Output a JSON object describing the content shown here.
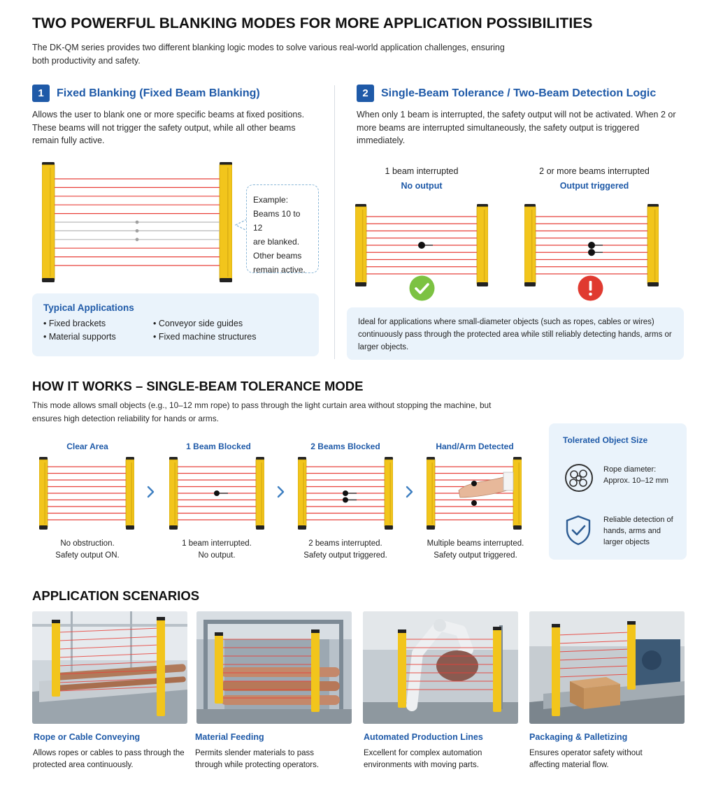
{
  "header": {
    "title": "TWO POWERFUL BLANKING MODES FOR MORE APPLICATION POSSIBILITIES",
    "lead": "The DK-QM series provides two different blanking logic modes to solve various real-world application challenges, ensuring both productivity and safety."
  },
  "mode1": {
    "number": "1",
    "title": "Fixed Blanking (Fixed Beam Blanking)",
    "description": "Allows the user to blank one or more specific beams at fixed positions. These beams will not trigger the safety output, while all other beams remain fully active.",
    "callout": [
      "Example:",
      "Beams 10 to 12",
      "are blanked.",
      "Other beams",
      "remain active."
    ],
    "apps_title": "Typical Applications",
    "apps": [
      "Fixed brackets",
      "Conveyor side guides",
      "Material supports",
      "Fixed machine structures"
    ]
  },
  "mode2": {
    "number": "2",
    "title": "Single-Beam Tolerance / Two-Beam Detection Logic",
    "description": "When only 1 beam is interrupted, the safety output will not be activated. When 2 or more beams are interrupted simultaneously, the safety output is triggered immediately.",
    "case1_label": "1 beam interrupted",
    "case1_result": "No output",
    "case2_label": "2 or more beams interrupted",
    "case2_result": "Output triggered",
    "ideal": "Ideal for applications where small-diameter objects (such as ropes, cables or wires) continuously pass through the protected area while still reliably detecting hands, arms or larger objects."
  },
  "how": {
    "title": "HOW IT WORKS – SINGLE-BEAM TOLERANCE MODE",
    "lead": "This mode allows small objects (e.g., 10–12 mm rope) to pass through the light curtain area without stopping the machine, but ensures high detection reliability for hands or arms.",
    "steps": [
      {
        "title": "Clear Area",
        "cap1": "No obstruction.",
        "cap2": "Safety output ON."
      },
      {
        "title": "1 Beam Blocked",
        "cap1": "1 beam interrupted.",
        "cap2": "No output."
      },
      {
        "title": "2 Beams Blocked",
        "cap1": "2 beams interrupted.",
        "cap2": "Safety output triggered."
      },
      {
        "title": "Hand/Arm Detected",
        "cap1": "Multiple beams interrupted.",
        "cap2": "Safety output triggered."
      }
    ],
    "size_title": "Tolerated Object Size",
    "size_rope": [
      "Rope diameter:",
      "Approx. 10–12 mm"
    ],
    "size_detect": [
      "Reliable detection of",
      "hands, arms and",
      "larger objects"
    ]
  },
  "scenarios": {
    "title": "APPLICATION SCENARIOS",
    "items": [
      {
        "title": "Rope or Cable Conveying",
        "desc": "Allows ropes or cables to pass through the protected area continuously."
      },
      {
        "title": "Material Feeding",
        "desc": "Permits slender materials to pass through while protecting operators."
      },
      {
        "title": "Automated Production Lines",
        "desc": "Excellent for complex automation environments with moving parts."
      },
      {
        "title": "Packaging & Palletizing",
        "desc": "Ensures operator safety without affecting material flow."
      }
    ]
  },
  "colors": {
    "accent_blue": "#1f5aa8",
    "curtain_yellow": "#f2c51c",
    "beam_red": "#e8413a",
    "ok_green": "#7cc242",
    "alert_red": "#e03a30",
    "panel_blue": "#eaf3fb"
  }
}
